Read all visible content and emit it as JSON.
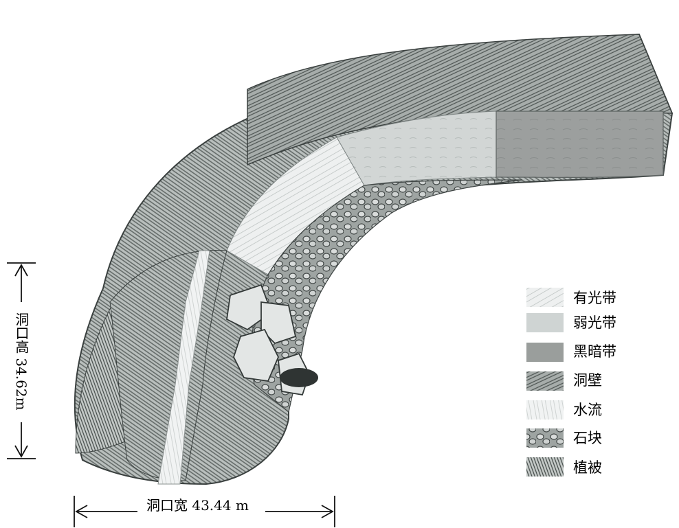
{
  "height_label": "洞口高 34.62m",
  "width_label": "洞口宽 43.44 m",
  "legend": [
    {
      "label": "有光带",
      "swatch": "lit-zone"
    },
    {
      "label": "弱光带",
      "swatch": "dim-zone"
    },
    {
      "label": "黑暗带",
      "swatch": "dark-zone"
    },
    {
      "label": "洞壁",
      "swatch": "cave-wall"
    },
    {
      "label": "水流",
      "swatch": "water-flow"
    },
    {
      "label": "石块",
      "swatch": "rocks"
    },
    {
      "label": "植被",
      "swatch": "vegetation"
    }
  ],
  "colors": {
    "lit_zone": "#e9ecec",
    "dim_zone": "#cfd4d3",
    "dark_zone": "#9a9e9c",
    "wall": "#6e7573",
    "ink": "#2a2f2e"
  }
}
